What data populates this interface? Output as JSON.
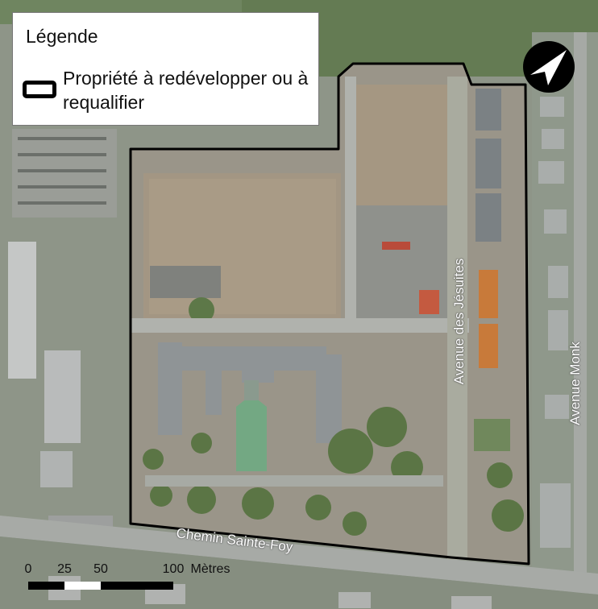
{
  "legend": {
    "title": "Légende",
    "items": [
      {
        "label": "Propriété à redévelopper ou à requalifier",
        "symbol": "black-outline-rectangle"
      }
    ]
  },
  "streets": {
    "avenue_des_jesuites": "Avenue des Jésuites",
    "avenue_monk": "Avenue Monk",
    "chemin_sainte_foy": "Chemin Sainte-Foy"
  },
  "scale_bar": {
    "ticks": [
      "0",
      "25",
      "50",
      "100"
    ],
    "unit": "Mètres"
  },
  "north_arrow": {
    "icon": "north-arrow-icon"
  },
  "colors": {
    "property_outline": "#000000",
    "legend_background": "#ffffff",
    "construction_site": "#9b8f7c",
    "vegetation": "#5f7a4a",
    "building_roof": "#7c8286",
    "chapel_roof": "#6fa37c",
    "road": "#a7aaa6"
  }
}
